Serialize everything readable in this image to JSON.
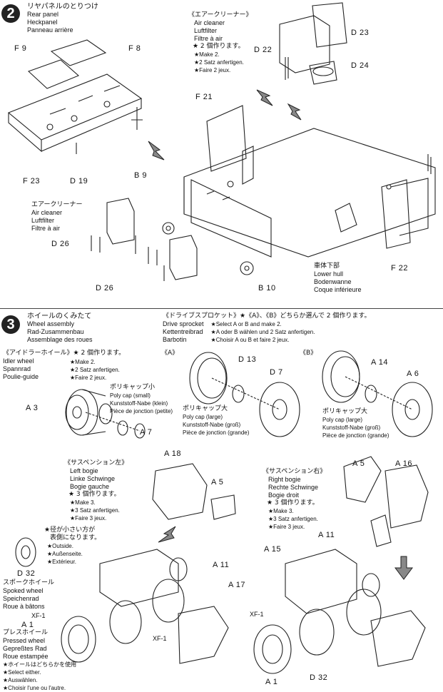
{
  "step2": {
    "number": "2",
    "title_jp": "リヤパネルのとりつけ",
    "title_en": "Rear panel",
    "title_de": "Heckpanel",
    "title_fr": "Panneau arrière",
    "aircleaner_top": {
      "jp": "《エアークリーナー》",
      "en": "Air cleaner",
      "de": "Luftfilter",
      "fr": "Filtre à air",
      "make_jp": "★ 2 個作ります。",
      "make_en": "★Make 2.",
      "make_de": "★2 Satz anfertigen.",
      "make_fr": "★Faire 2 jeux."
    },
    "aircleaner_side": {
      "jp": "エアークリーナー",
      "en": "Air cleaner",
      "de": "Luftfilter",
      "fr": "Filtre à air"
    },
    "lower_hull": {
      "jp": "車体下部",
      "en": "Lower hull",
      "de": "Bodenwanne",
      "fr": "Coque inférieure"
    },
    "parts": {
      "f9": "F 9",
      "f8": "F 8",
      "f23": "F 23",
      "d19": "D 19",
      "f21": "F 21",
      "d22": "D 22",
      "d23": "D 23",
      "d24": "D 24",
      "b9": "B 9",
      "d26a": "D 26",
      "d26b": "D 26",
      "b10": "B 10",
      "f22": "F 22"
    }
  },
  "step3": {
    "number": "3",
    "title_jp": "ホイールのくみたて",
    "title_en": "Wheel assembly",
    "title_de": "Rad-Zusammenbau",
    "title_fr": "Assemblage des roues",
    "sprocket": {
      "jp": "《ドライブスプロケット》★《A》、《B》どちらか選んで 2 個作ります。",
      "en": "Drive sprocket",
      "de": "Kettentreibrad",
      "fr": "Barbotin",
      "note_en": "★Select A or B and make 2.",
      "note_de": "★A oder B wählen und 2 Satz anfertigen.",
      "note_fr": "★Choisir A ou B et faire 2 jeux.",
      "opt_a": "《A》",
      "opt_b": "《B》"
    },
    "idler": {
      "jp": "《アイドラーホイール》★ 2 個作ります。",
      "en": "Idler wheel",
      "de": "Spannrad",
      "fr": "Poulie-guide",
      "make_en": "★Make 2.",
      "make_de": "★2 Satz anfertigen.",
      "make_fr": "★Faire 2 jeux.",
      "cap_jp": "ポリキャップ小",
      "cap_en": "Poly cap (small)",
      "cap_de": "Kunststoff-Nabe (klein)",
      "cap_fr": "Pièce de jonction (petite)"
    },
    "polycap_large_a": {
      "jp": "ポリキャップ大",
      "en": "Poly cap (large)",
      "de": "Kunststoff-Nabe (groß)",
      "fr": "Pièce de jonction (grande)"
    },
    "polycap_large_b": {
      "jp": "ポリキャップ大",
      "en": "Poly cap (large)",
      "de": "Kunststoff-Nabe (groß)",
      "fr": "Pièce de jonction (grande)"
    },
    "left_bogie": {
      "jp": "《サスペンション左》",
      "en": "Left bogie",
      "de": "Linke Schwinge",
      "fr": "Bogie gauche",
      "make_jp": "★ 3 個作ります。",
      "make_en": "★Make 3.",
      "make_de": "★3 Satz anfertigen.",
      "make_fr": "★Faire 3 jeux."
    },
    "right_bogie": {
      "jp": "《サスペンション右》",
      "en": "Right bogie",
      "de": "Rechte Schwinge",
      "fr": "Bogie droit",
      "make_jp": "★ 3 個作ります。",
      "make_en": "★Make 3.",
      "make_de": "★3 Satz anfertigen.",
      "make_fr": "★Faire 3 jeux."
    },
    "outside_note": {
      "jp1": "★径が小さい方が",
      "jp2": "表側になります。",
      "en": "★Outside.",
      "de": "★Außenseite.",
      "fr": "★Extérieur."
    },
    "spoked": {
      "jp": "スポークホイール",
      "en": "Spoked wheel",
      "de": "Speichenrad",
      "fr": "Roue à bâtons"
    },
    "pressed": {
      "jp": "プレスホイール",
      "en": "Pressed wheel",
      "de": "Gepreßtes Rad",
      "fr": "Roue estampée",
      "note_jp": "★ホイールはどちらかを使用",
      "note_en": "★Select either.",
      "note_de": "★Auswählen.",
      "note_fr": "★Choisir l'une ou l'autre."
    },
    "parts": {
      "a3": "A 3",
      "a7": "A 7",
      "d13": "D 13",
      "d7": "D 7",
      "a14": "A 14",
      "a6": "A 6",
      "a18": "A 18",
      "a5l": "A 5",
      "a5r": "A 5",
      "a16": "A 16",
      "a11l": "A 11",
      "a11r": "A 11",
      "a17": "A 17",
      "a15": "A 15",
      "d32l": "D 32",
      "d32r": "D 32",
      "xf1a": "XF-1",
      "xf1b": "XF-1",
      "xf1c": "XF-1",
      "a1l": "A 1",
      "a1r": "A 1"
    }
  }
}
